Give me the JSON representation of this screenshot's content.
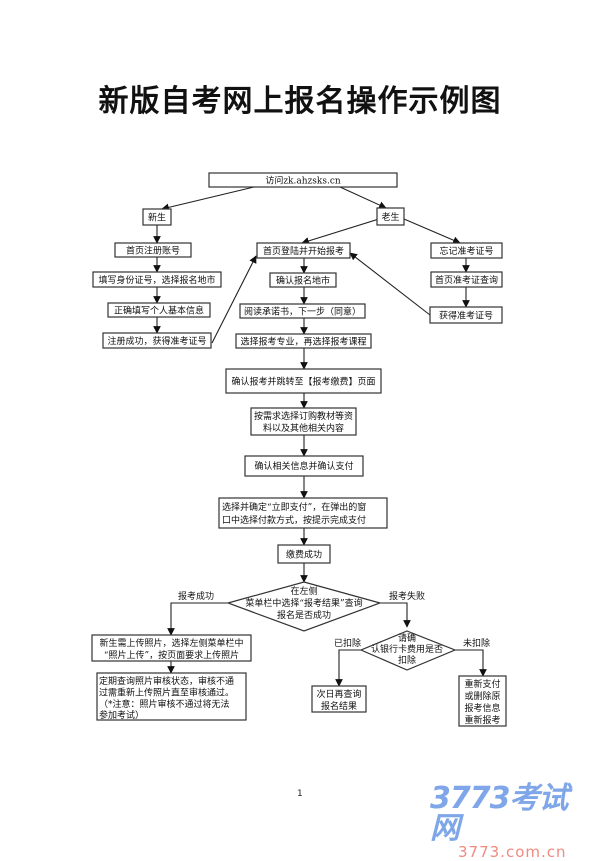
{
  "title": "新版自考网上报名操作示例图",
  "nodes": {
    "visit": "访问zk.ahzsks.cn",
    "new_student": "新生",
    "old_student": "老生",
    "register_account": "首页注册账号",
    "fill_id": "填写身份证号，选择报名地市",
    "fill_info": "正确填写个人基本信息",
    "register_success": "注册成功，获得准考证号",
    "login_start": "首页登陆并开始报考",
    "confirm_city": "确认报名地市",
    "read_commitment": "阅读承诺书，下一步（同意）",
    "choose_major": "选择报考专业，再选择报考课程",
    "forgot_ticket": "忘记准考证号",
    "ticket_query": "首页准考证查询",
    "get_ticket": "获得准考证号",
    "confirm_jump": "确认报考并跳转至【报考缴费】页面",
    "order_materials_1": "按需求选择订购教材等资",
    "order_materials_2": "料以及其他相关内容",
    "confirm_pay": "确认相关信息并确认支付",
    "pay_now_1": "选择并确定“立即支付”，在弹出的窗",
    "pay_now_2": "口中选择付款方式，按提示完成支付",
    "pay_success": "缴费成功",
    "check_result_1": "在左侧",
    "check_result_2": "菜单栏中选择“报考结果”查询",
    "check_result_3": "报名是否成功",
    "upload_photo_1": "新生需上传照片，选择左侧菜单栏中",
    "upload_photo_2": "“照片上传”，按页面要求上传照片",
    "photo_review_1": "定期查询照片审核状态，审核不通",
    "photo_review_2": "过需重新上传照片直至审核通过。",
    "photo_review_3": "（*注意：照片审核不通过将无法",
    "photo_review_4": "参加考试）",
    "bank_check_1": "请确",
    "bank_check_2": "认银行卡费用是否",
    "bank_check_3": "扣除",
    "next_day_1": "次日再查询",
    "next_day_2": "报名结果",
    "repay_1": "重新支付",
    "repay_2": "或删除原",
    "repay_3": "报考信息",
    "repay_4": "重新报考"
  },
  "edge_labels": {
    "success": "报考成功",
    "fail": "报考失败",
    "deducted": "已扣除",
    "not_deducted": "未扣除"
  },
  "page_number": "1",
  "watermark": {
    "main": "3773考试网",
    "sub": "3773.com.cn"
  }
}
